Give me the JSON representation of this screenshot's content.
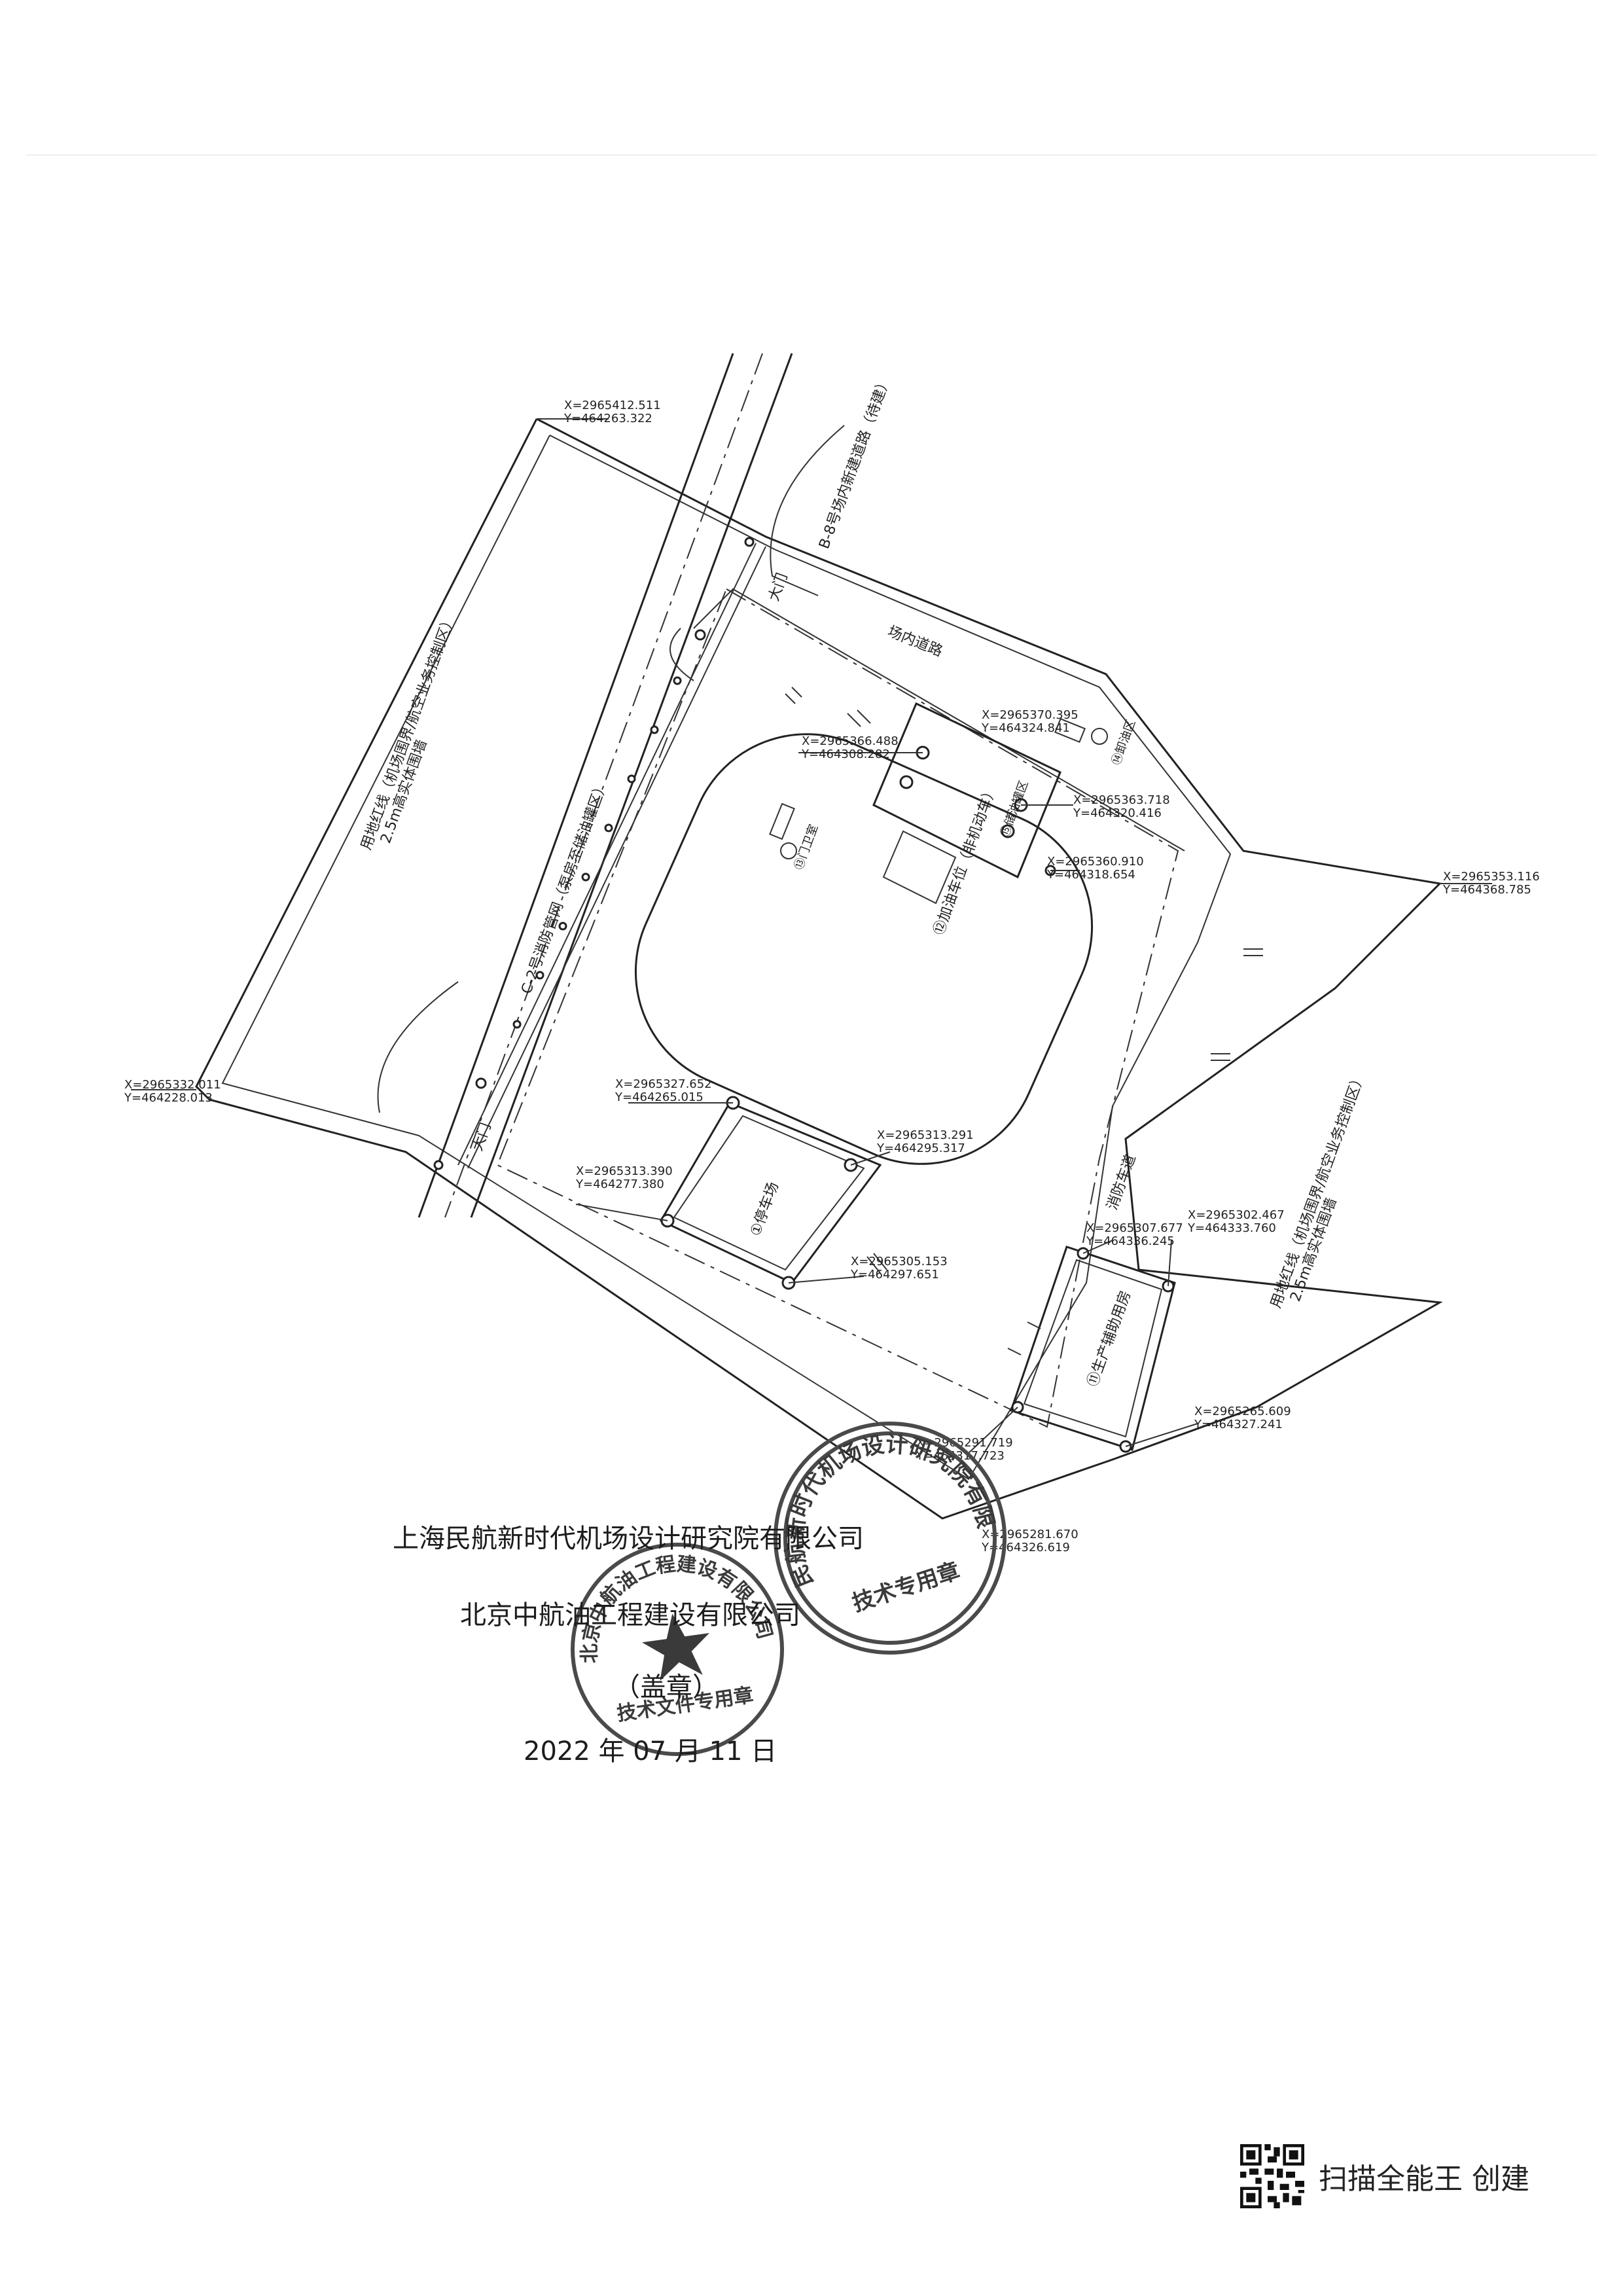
{
  "plan": {
    "labels": {
      "north_gate": "大门",
      "south_gate": "大门",
      "road_top": "场内道路",
      "road_right": "消防车道",
      "fence_left_line1": "用地红线（机场围界/航空业务控制区）",
      "fence_left_line2": "2.5m高实体围墙",
      "fence_right_line1": "用地红线（机场围界/航空业务控制区）",
      "fence_right_line2": "2.5m高实体围墙",
      "existing_road": "B-8号场内新建道路（待建）",
      "pipe_note": "C-2号消防管网（泵房至储油罐区）",
      "building_car_park": "①停车场",
      "building_office": "⑫加油车位（非机动车）",
      "building_gate_house": "⑬门卫室",
      "building_production": "⑪生产辅助用房",
      "building_loading": "⑭卸油区",
      "building_tank": "⑮储油罐区"
    },
    "coords": [
      "X=2965412.511",
      "Y=464263.322",
      "X=2965332.011",
      "Y=464228.013",
      "X=2965366.488",
      "Y=464308.282",
      "X=2965370.395",
      "Y=464324.841",
      "X=2965363.718",
      "Y=464320.416",
      "X=2965360.910",
      "Y=464318.654",
      "X=2965353.116",
      "Y=464368.785",
      "X=2965327.652",
      "Y=464265.015",
      "X=2965313.390",
      "Y=464277.380",
      "X=2965313.291",
      "Y=464295.317",
      "X=2965305.153",
      "Y=464297.651",
      "X=2965307.677",
      "Y=464336.245",
      "X=2965302.467",
      "Y=464333.760",
      "X=2965265.609",
      "Y=464327.241",
      "X=2965291.719",
      "Y=464317.723",
      "X=2965281.670",
      "Y=464326.619"
    ]
  },
  "signatures": {
    "company1": "上海民航新时代机场设计研究院有限公司",
    "company2": "北京中航油工程建设有限公司",
    "seal_label": "（盖章）",
    "date": "2022 年 07 月 11 日"
  },
  "stamps": {
    "stamp1_ring": "上海民航新时代机场设计研究院有限公司",
    "stamp1_center": "技术专用章",
    "stamp2_ring": "北京中航油工程建设有限公司",
    "stamp2_center": "技术文件专用章"
  },
  "footer": {
    "scanner_text": "扫描全能王 创建",
    "qr_icon": "qr-code-icon"
  }
}
